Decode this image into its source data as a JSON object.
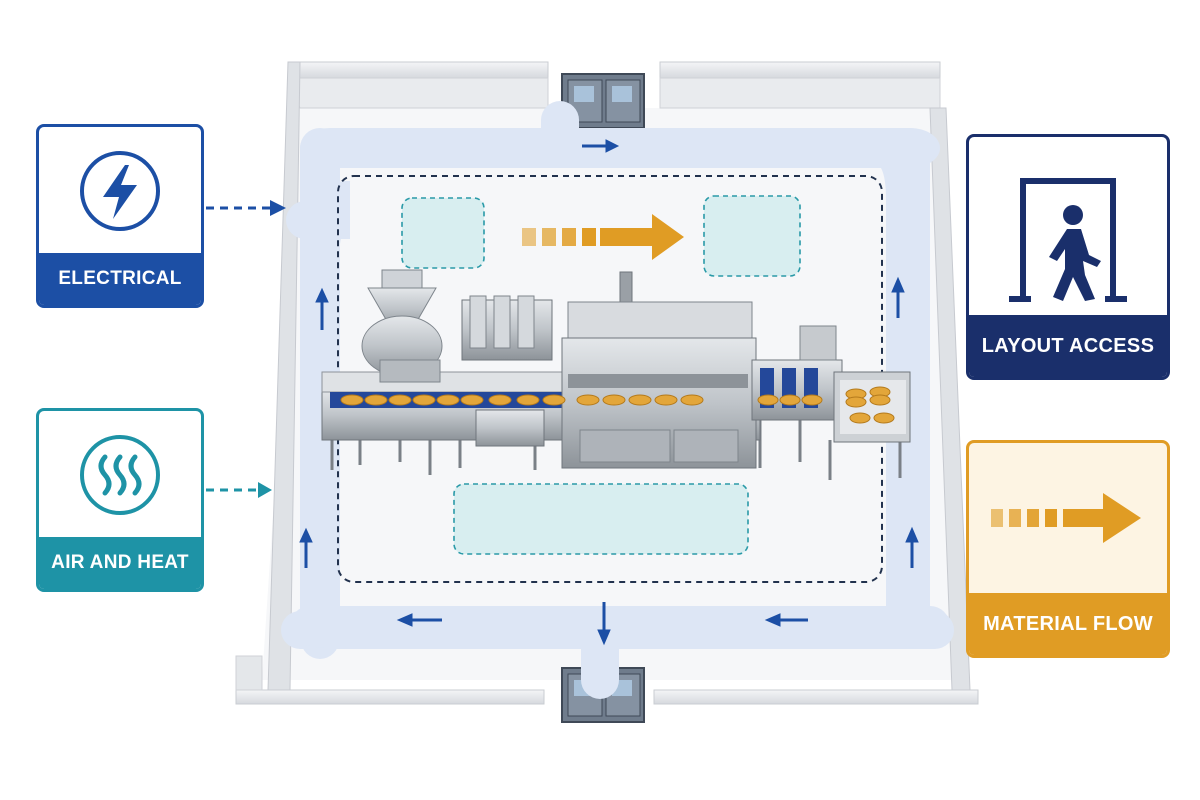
{
  "cards": {
    "electrical": {
      "label": "ELECTRICAL",
      "icon": "lightning-bolt-icon",
      "color": "#1c4fa5"
    },
    "air_heat": {
      "label": "AIR AND HEAT",
      "icon": "heat-waves-icon",
      "color": "#1e93a6"
    },
    "layout_access": {
      "label": "LAYOUT ACCESS",
      "icon": "person-doorway-icon",
      "color": "#1a2f6b"
    },
    "material_flow": {
      "label": "MATERIAL FLOW",
      "icon": "dashed-arrow-icon",
      "color": "#e09c24"
    }
  },
  "colors": {
    "walkway": "#dde6f5",
    "arrow_blue": "#1c4fa5",
    "dash_zone": "#22324e",
    "staging": "#d8eef0",
    "staging_border": "#2a9aa8",
    "flow_orange": "#e09c24",
    "steel": "#b9bec4",
    "conveyor": "#24489a",
    "product": "#e3a63a"
  }
}
